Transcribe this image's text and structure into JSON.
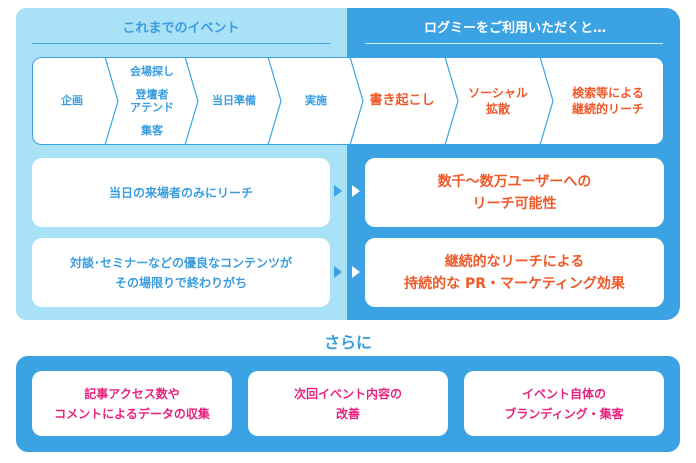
{
  "header": {
    "before": "これまでのイベント",
    "after": "ログミーをご利用いただくと…"
  },
  "flow": {
    "steps_before": [
      {
        "lines": [
          "企画"
        ]
      },
      {
        "lines": [
          "会場探し",
          "登壇者",
          "アテンド",
          "集客"
        ]
      },
      {
        "lines": [
          "当日準備"
        ]
      },
      {
        "lines": [
          "実施"
        ]
      }
    ],
    "steps_after": [
      {
        "lines": [
          "書き起こし"
        ]
      },
      {
        "lines": [
          "ソーシャル",
          "拡散"
        ]
      },
      {
        "lines": [
          "検索等による",
          "継続的リーチ"
        ]
      }
    ]
  },
  "comparison": [
    {
      "before": [
        "当日の来場者のみにリーチ"
      ],
      "after": [
        "数千～数万ユーザーへの",
        "リーチ可能性"
      ]
    },
    {
      "before": [
        "対談･セミナーなどの優良なコンテンツが",
        "その場限りで終わりがち"
      ],
      "after": [
        "継続的なリーチによる",
        "持続的な PR・マーケティング効果"
      ]
    }
  ],
  "furthermore": {
    "title": "さらに",
    "items": [
      [
        "記事アクセス数や",
        "コメントによるデータの収集"
      ],
      [
        "次回イベント内容の",
        "改善"
      ],
      [
        "イベント自体の",
        "ブランディング・集客"
      ]
    ]
  },
  "colors": {
    "light_blue": "#a9e1f7",
    "blue": "#3ba3e4",
    "orange": "#f0592a",
    "pink": "#e8237f"
  }
}
